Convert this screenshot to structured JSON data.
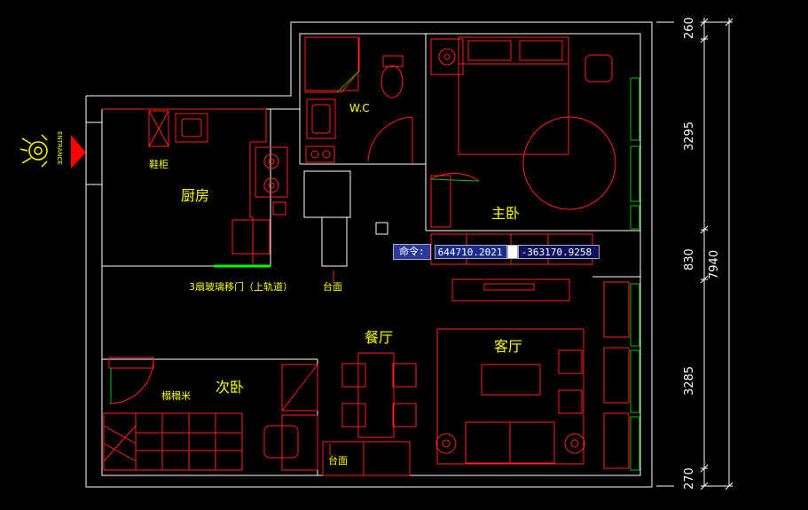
{
  "rooms": {
    "kitchen": "厨房",
    "wc": "W.C",
    "master_bedroom": "主卧",
    "dining": "餐厅",
    "living": "客厅",
    "second_bedroom": "次卧"
  },
  "annotations": {
    "shoe_cabinet": "鞋柜",
    "glass_door": "3扇玻璃移门（上轨道）",
    "counter_1": "台面",
    "counter_2": "台面",
    "tatami": "榻榻米",
    "entrance": "ENTRANCE"
  },
  "dimensions": {
    "d1": "260",
    "d2": "3295",
    "d3": "830",
    "d4": "3285",
    "d5": "270",
    "total": "7940"
  },
  "command_line": {
    "label": "命令:",
    "x_value": "644710.2021",
    "y_value": "-363170.9258"
  },
  "colors": {
    "background": "#000000",
    "wall": "#ffffff",
    "furniture": "#ff0000",
    "window": "#00c000",
    "text": "#ffff00",
    "sliding_rail": "#00ff00",
    "arrow": "#ff0000"
  },
  "icons": {
    "entrance_marker": "person-entrance-icon",
    "entrance_arrow": "arrow-right-icon"
  }
}
